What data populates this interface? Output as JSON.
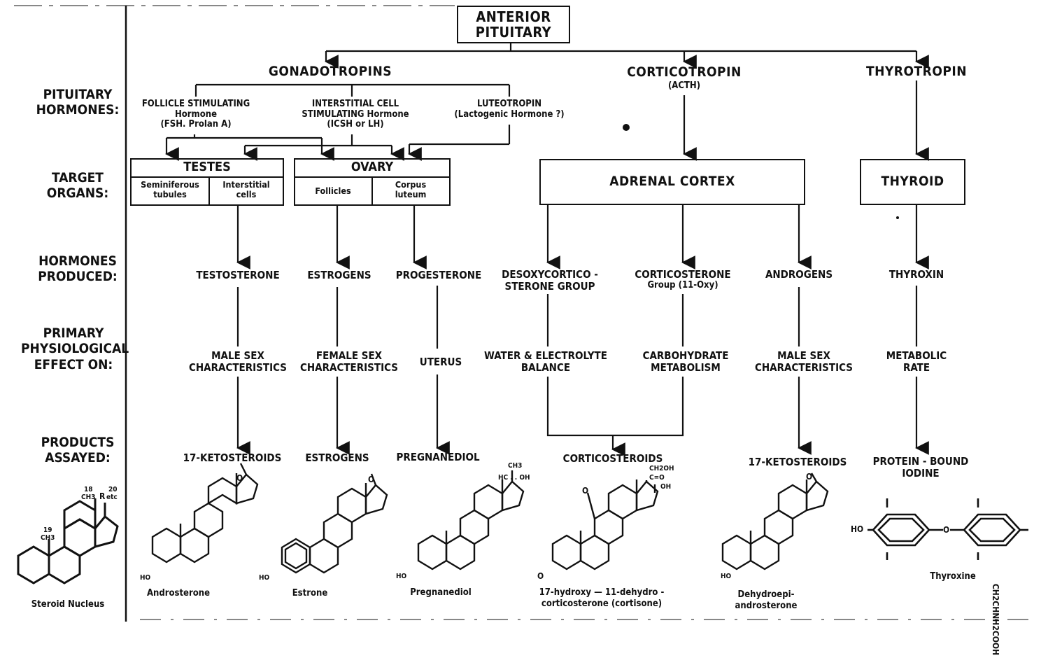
{
  "top_box": {
    "line1": "ANTERIOR",
    "line2": "PITUITARY"
  },
  "row_labels": {
    "pituitary": {
      "line1": "PITUITARY",
      "line2": "HORMONES:"
    },
    "target": {
      "line1": "TARGET",
      "line2": "ORGANS:"
    },
    "produced": {
      "line1": "HORMONES",
      "line2": "PRODUCED:"
    },
    "effect": {
      "line1": "PRIMARY",
      "line2": "PHYSIOLOGICAL",
      "line3": "EFFECT ON:"
    },
    "assayed": {
      "line1": "PRODUCTS",
      "line2": "ASSAYED:"
    }
  },
  "tropins": {
    "gonadotropins": "GONADOTROPINS",
    "corticotropin": "CORTICOTROPIN",
    "corticotropin_sub": "(ACTH)",
    "thyrotropin": "THYROTROPIN"
  },
  "gonado_hormones": {
    "fsh": {
      "line1": "FOLLICLE STIMULATING",
      "line2": "Hormone",
      "line3": "(FSH. Prolan A)"
    },
    "icsh": {
      "line1": "INTERSTITIAL CELL",
      "line2": "STIMULATING Hormone",
      "line3": "(ICSH or LH)"
    },
    "luteo": {
      "line1": "LUTEOTROPIN",
      "line2": "(Lactogenic Hormone ?)"
    }
  },
  "organs": {
    "testes": "TESTES",
    "testes_sub1": {
      "line1": "Seminiferous",
      "line2": "tubules"
    },
    "testes_sub2": {
      "line1": "Interstitial",
      "line2": "cells"
    },
    "ovary": "OVARY",
    "ovary_sub1": "Follicles",
    "ovary_sub2": {
      "line1": "Corpus",
      "line2": "luteum"
    },
    "adrenal": "ADRENAL CORTEX",
    "thyroid": "THYROID"
  },
  "hormones_produced": {
    "testosterone": "TESTOSTERONE",
    "estrogens": "ESTROGENS",
    "progesterone": "PROGESTERONE",
    "desoxy": {
      "line1": "DESOXYCORTICO -",
      "line2": "STERONE GROUP"
    },
    "cortico": {
      "line1": "CORTICOSTERONE",
      "line2": "Group (11-Oxy)"
    },
    "androgens": "ANDROGENS",
    "thyroxin": "THYROXIN"
  },
  "effects": {
    "male1": {
      "line1": "MALE SEX",
      "line2": "CHARACTERISTICS"
    },
    "female": {
      "line1": "FEMALE SEX",
      "line2": "CHARACTERISTICS"
    },
    "uterus": "UTERUS",
    "water": {
      "line1": "WATER & ELECTROLYTE",
      "line2": "BALANCE"
    },
    "carb": {
      "line1": "CARBOHYDRATE",
      "line2": "METABOLISM"
    },
    "male2": {
      "line1": "MALE SEX",
      "line2": "CHARACTERISTICS"
    },
    "metabolic": {
      "line1": "METABOLIC",
      "line2": "RATE"
    }
  },
  "products": {
    "keto1": "17-KETOSTEROIDS",
    "estrogens": "ESTROGENS",
    "pregnanediol": "PREGNANEDIOL",
    "corticosteroids": "CORTICOSTEROIDS",
    "keto2": "17-KETOSTEROIDS",
    "pbi": {
      "line1": "PROTEIN - BOUND",
      "line2": "IODINE"
    }
  },
  "structures": {
    "nucleus": "Steroid Nucleus",
    "androsterone": "Androsterone",
    "estrone": "Estrone",
    "pregnanediol": "Pregnanediol",
    "cortisone_line1": "17-hydroxy  —  11-dehydro -",
    "cortisone_line2": "corticosterone   (cortisone)",
    "dhea_line1": "Dehydroepi-",
    "dhea_line2": "androsterone",
    "thyroxine": "Thyroxine",
    "side_formula": "CH2CHNH2COOH",
    "ho": "HO",
    "o": "O",
    "ch3": "CH3",
    "hc_oh": "HC . . OH",
    "ch2oh": "CH2OH",
    "c_o": "C=O",
    "oh": "OH",
    "i": "I",
    "r21": "R",
    "n18": "18",
    "n19": "19",
    "n20": "20",
    "etc": "etc"
  },
  "colors": {
    "ink": "#111111",
    "paper": "#ffffff"
  }
}
